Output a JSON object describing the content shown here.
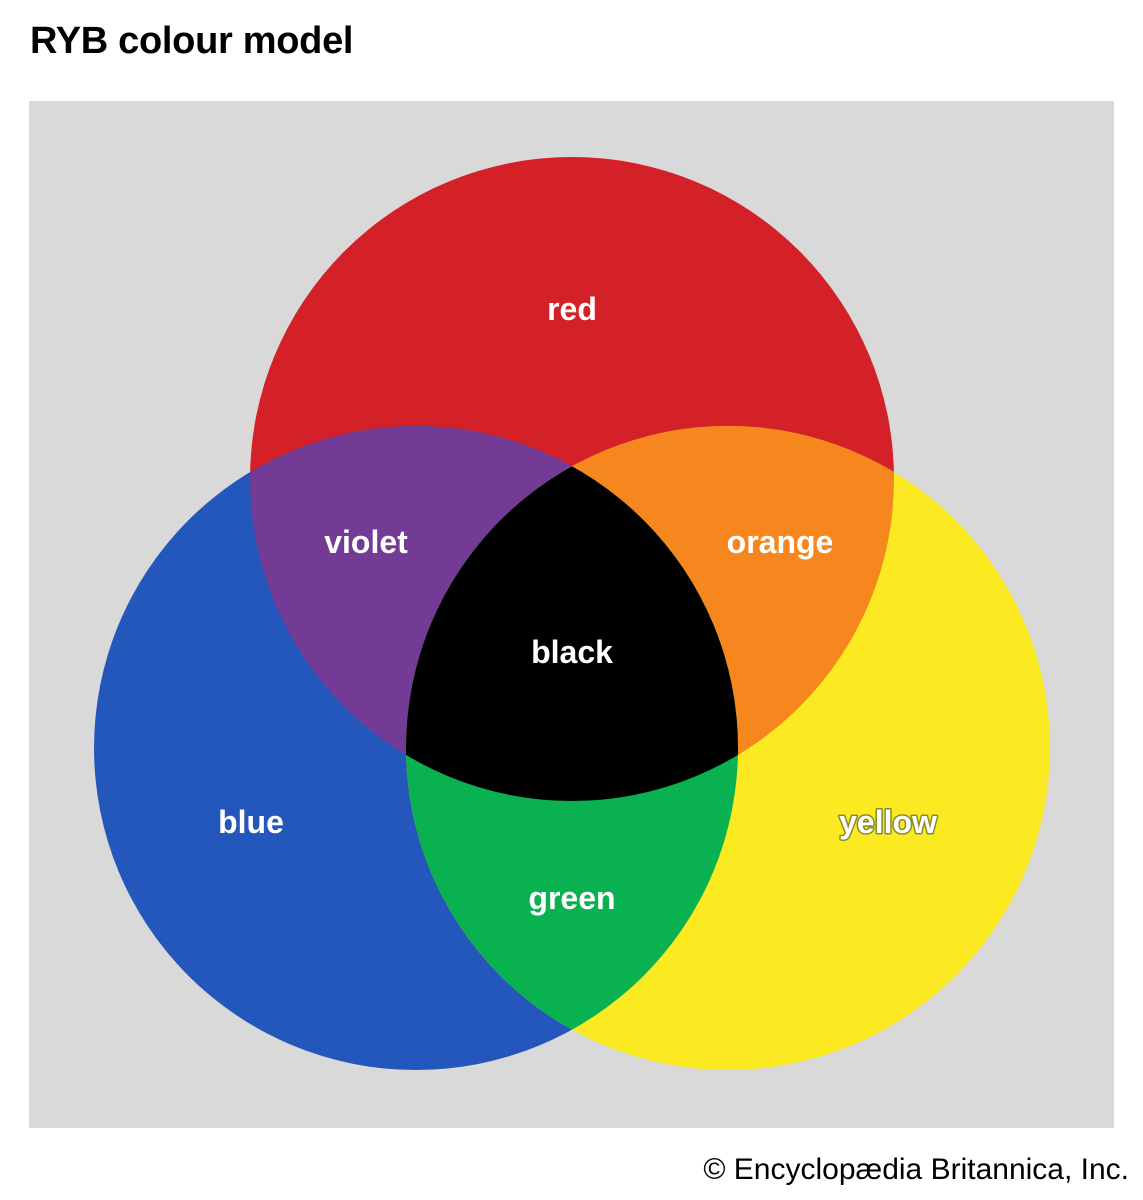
{
  "title": "RYB colour model",
  "credit": "© Encyclopædia Britannica, Inc.",
  "colors": {
    "background": "#d9d9d9",
    "red": "#d42027",
    "blue": "#2457bc",
    "yellow": "#fbea22",
    "violet": "#733b95",
    "orange": "#f6871f",
    "green": "#0ab150",
    "black": "#000000"
  },
  "labels": {
    "red": "red",
    "blue": "blue",
    "yellow": "yellow",
    "violet": "violet",
    "orange": "orange",
    "green": "green",
    "black": "black"
  }
}
